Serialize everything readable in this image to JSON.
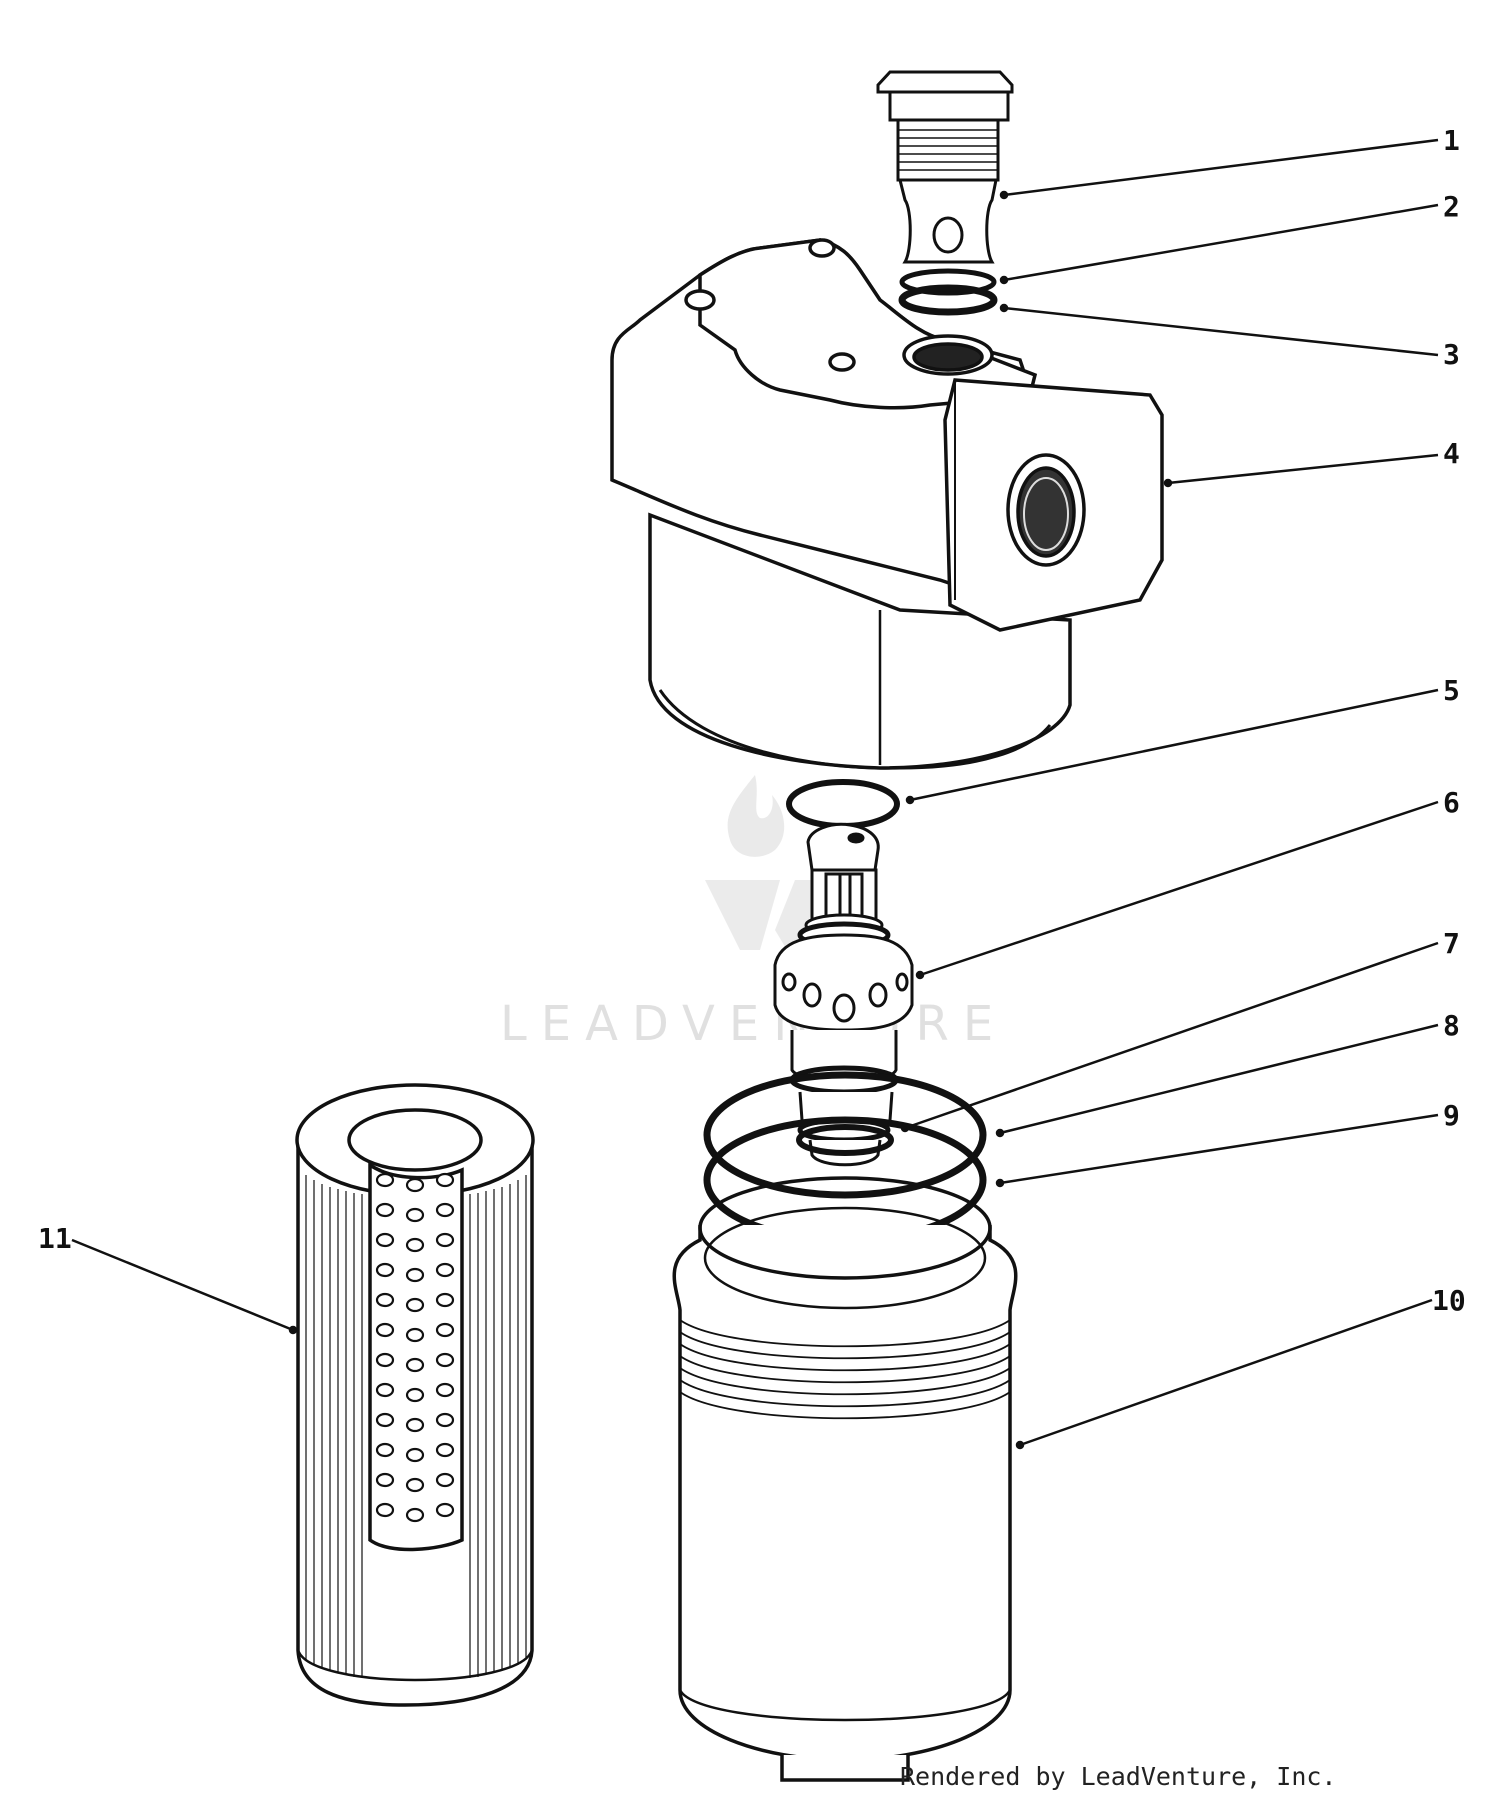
{
  "diagram": {
    "callouts": [
      {
        "id": "1",
        "part": "relief-valve-plug"
      },
      {
        "id": "2",
        "part": "o-ring-upper"
      },
      {
        "id": "3",
        "part": "backup-ring"
      },
      {
        "id": "4",
        "part": "filter-head"
      },
      {
        "id": "5",
        "part": "o-ring-head"
      },
      {
        "id": "6",
        "part": "bypass-valve"
      },
      {
        "id": "7",
        "part": "o-ring-valve"
      },
      {
        "id": "8",
        "part": "seal-ring-upper"
      },
      {
        "id": "9",
        "part": "seal-ring-lower"
      },
      {
        "id": "10",
        "part": "filter-bowl"
      },
      {
        "id": "11",
        "part": "filter-element"
      }
    ]
  },
  "watermark": {
    "text": "LEADVENTURE"
  },
  "footer": {
    "credit": "Rendered by LeadVenture, Inc."
  },
  "colors": {
    "line": "#111111",
    "paper": "#ffffff",
    "watermark": "#c7c7c7"
  }
}
